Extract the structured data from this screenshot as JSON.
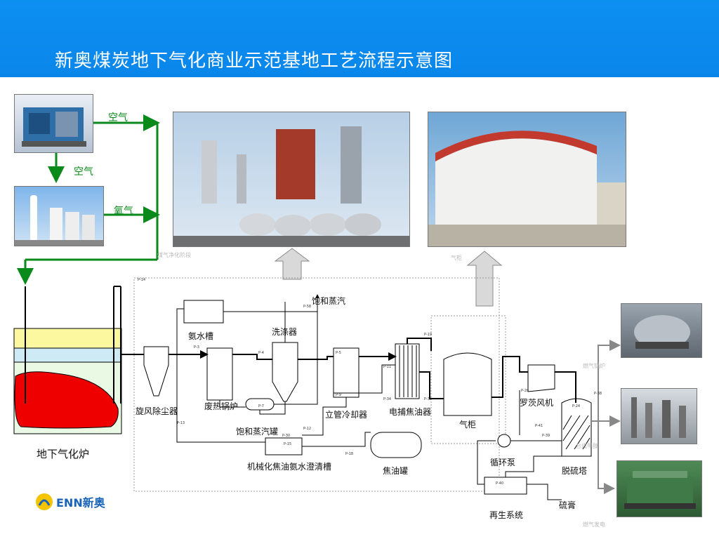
{
  "header": {
    "title": "新奥煤炭地下气化商业示范基地工艺流程示意图"
  },
  "flow_labels": {
    "air_1": "空气",
    "air_2": "空气",
    "oxygen": "氧气"
  },
  "gasifier": {
    "label": "地下气化炉"
  },
  "equipment": {
    "ammonia_tank": "氨水槽",
    "saturated_steam": "饱和蒸汽",
    "scrubber": "洗涤器",
    "cyclone": "旋风除尘器",
    "waste_heat_boiler": "废热锅炉",
    "vertical_cooler": "立管冷却器",
    "electrostatic_tar": "电捕焦油器",
    "steam_drum": "饱和蒸汽罐",
    "clarifier": "机械化焦油氨水澄清槽",
    "tar_tank": "焦油罐",
    "gas_holder": "气柜",
    "roots_blower": "罗茨风机",
    "circ_pump": "循环泵",
    "desulf_tower": "脱硫塔",
    "regen_system": "再生系统",
    "sulfur_paste": "硫膏"
  },
  "pipe_tags": [
    "P-14",
    "P-58",
    "P-3",
    "P-4",
    "P-5",
    "P-9",
    "P-7",
    "P-30",
    "P-13",
    "P-12",
    "P-15",
    "P-18",
    "P-19",
    "P-11",
    "P-34",
    "P-35",
    "P-20",
    "P-24",
    "P-41",
    "P-39",
    "P-40",
    "P-38"
  ],
  "faint_text": {
    "purify": "煤气净化阶段",
    "holder": "气柜",
    "boiler": "燃气锅炉",
    "synth": "合成甲醇",
    "power": "燃气发电"
  },
  "logo": {
    "text": "ENN新奥"
  },
  "colors": {
    "header": "#0b8aee",
    "green_arrow": "#0a8a1a",
    "gasifier_fill": "#ee0000"
  }
}
